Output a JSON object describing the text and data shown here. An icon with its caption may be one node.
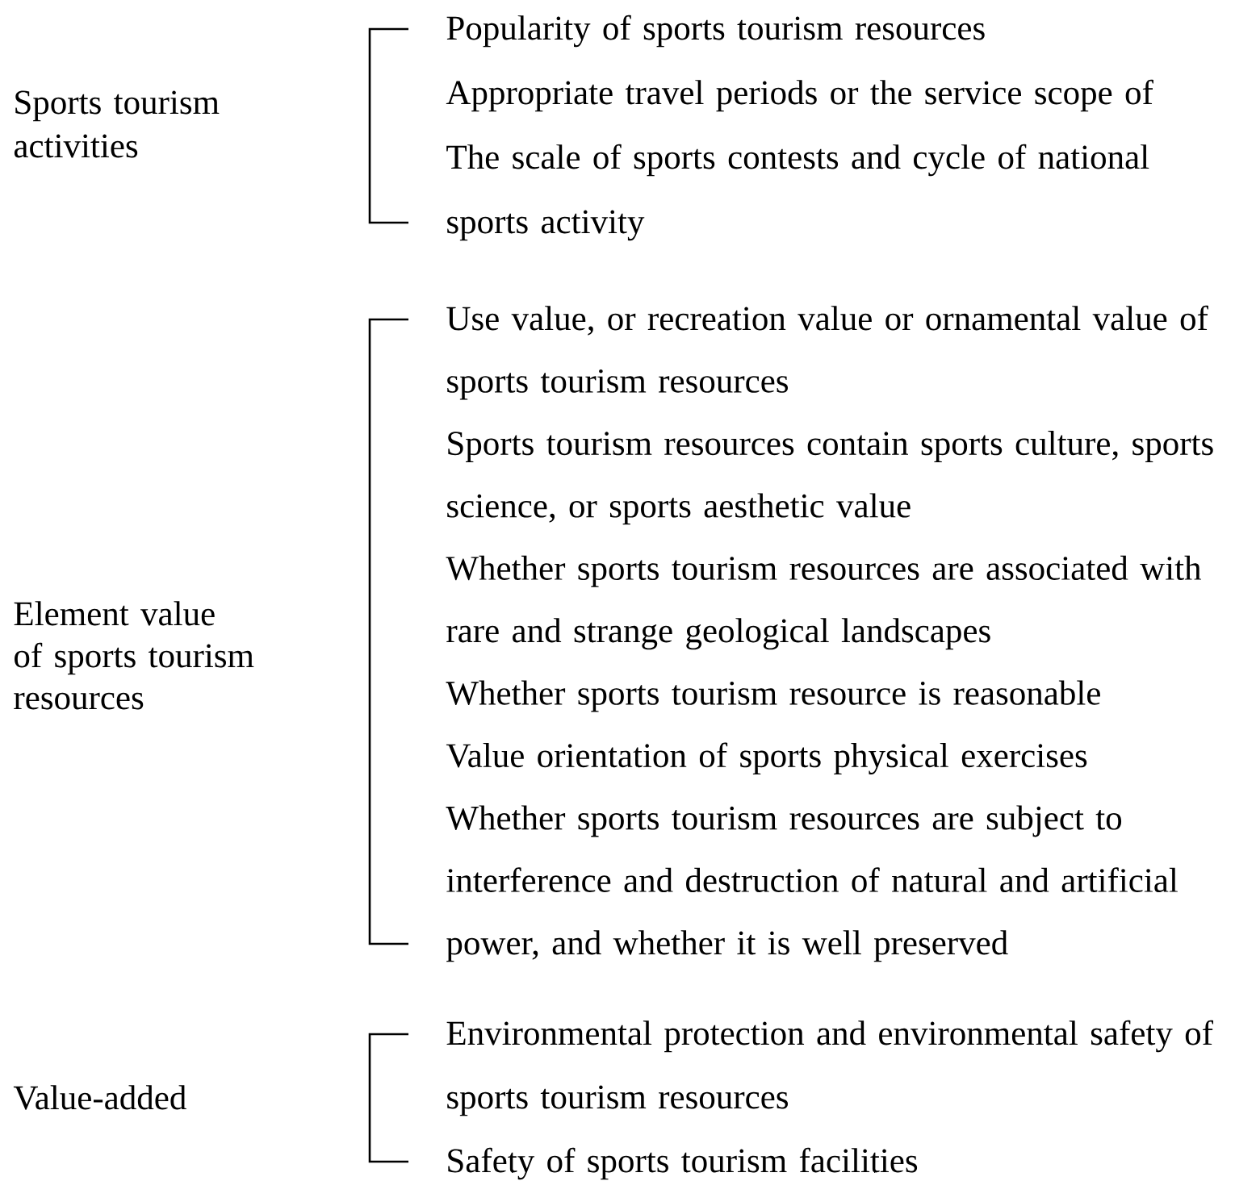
{
  "diagram": {
    "labels": [
      "Sports tourism activities",
      "Popularity of sports tourism resources",
      "Appropriate travel periods or the service scope of",
      "The scale of sports contests and cycle of national sports activity",
      "Element value of sports tourism resources",
      "Use value, or recreation value or ornamental value of sports tourism resources",
      "Sports tourism resources contain sports culture, sports science, or sports aesthetic value",
      "Whether sports tourism resources are associated with rare and strange geological landscapes",
      "Whether sports tourism resource is reasonable",
      "Value orientation of sports physical exercises",
      "Whether sports tourism resources are subject to interference and destruction of natural and artificial power, and whether it is well preserved",
      "Value-added",
      "Environmental protection and environmental safety of sports tourism resources",
      "Safety of sports tourism facilities"
    ]
  }
}
